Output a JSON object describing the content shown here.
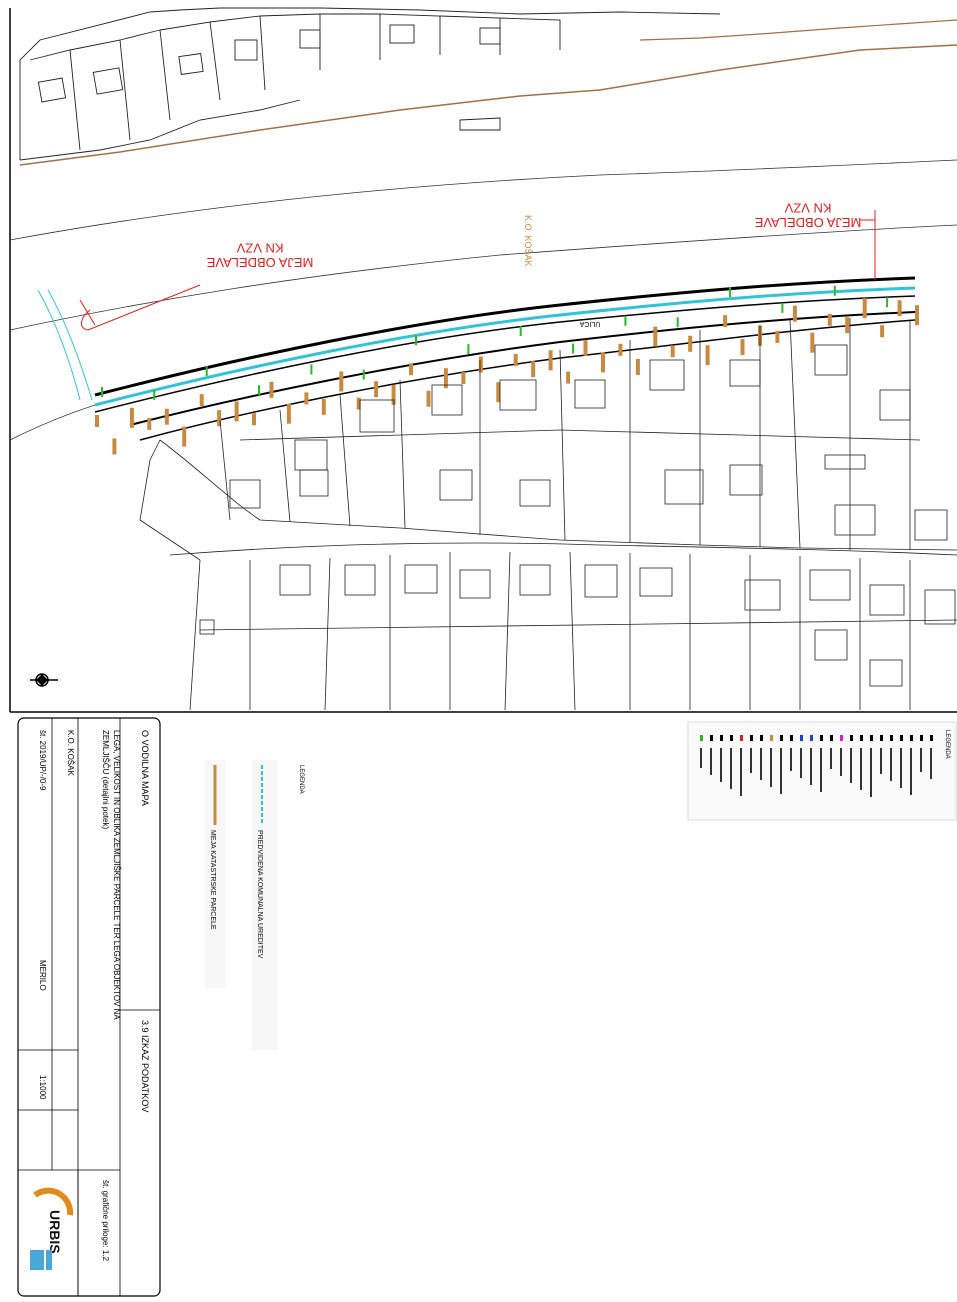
{
  "map": {
    "boundary_label_top": "MEJA OBDELAVE\nKN VZV",
    "boundary_label_left": "MEJA OBDELAVE\nKN VZV",
    "ko_label": "K.O. KOŠAK",
    "street_label": "ULICA"
  },
  "legend_small": {
    "title": "LEGENDA",
    "rows": 24
  },
  "legend": {
    "title": "LEGENDA",
    "items": [
      {
        "label": "PREDVIDENA KOMUNALNA UREDITEV",
        "color": "#33c3d6"
      },
      {
        "label": "MEJA KATASTRSKE PARCELE",
        "color": "#c88a40"
      }
    ]
  },
  "title_block": {
    "project_row1_left": "O VODILNA MAPA",
    "project_row1_right": "3.9 IZKAZ PODATKOV",
    "description_line1": "LEGA, VELIKOST IN OBLIKA ZEMLJIŠKE PARCELE TER LEGA OBJEKTOV NA",
    "description_line2": "ZEMLJIŠČU (detajlni potek)",
    "sheet_ref": "št. grafične priloge: 1.2",
    "ko_row": "K.O. KOŠAK",
    "number_row": "št. 2019/UP/-/0-9",
    "scale_label": "MERILO",
    "scale_value": "1:1000",
    "logo_text": "URBIS"
  },
  "colors": {
    "red": "#e02020",
    "cyan": "#33c3d6",
    "brown": "#c88a40",
    "green": "#28b828",
    "magenta": "#d020d0",
    "blue": "#2040d0"
  }
}
